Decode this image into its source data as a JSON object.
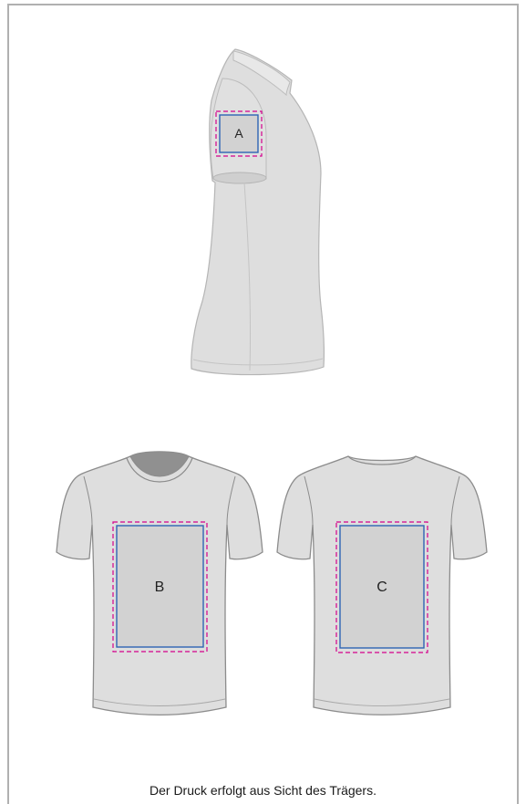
{
  "zones": {
    "sleeve": "A",
    "front": "B",
    "back": "C"
  },
  "caption": "Der Druck erfolgt aus Sicht des Trägers.",
  "colors": {
    "shirt_fill": "#dedede",
    "shirt_stroke": "#8c8c8c",
    "collar_inner": "#909090",
    "print_area_fill": "#d2d2d2",
    "print_area_stroke": "#2e64b4",
    "safety_margin": "#d4008c",
    "frame_border": "#b0b0b0"
  }
}
